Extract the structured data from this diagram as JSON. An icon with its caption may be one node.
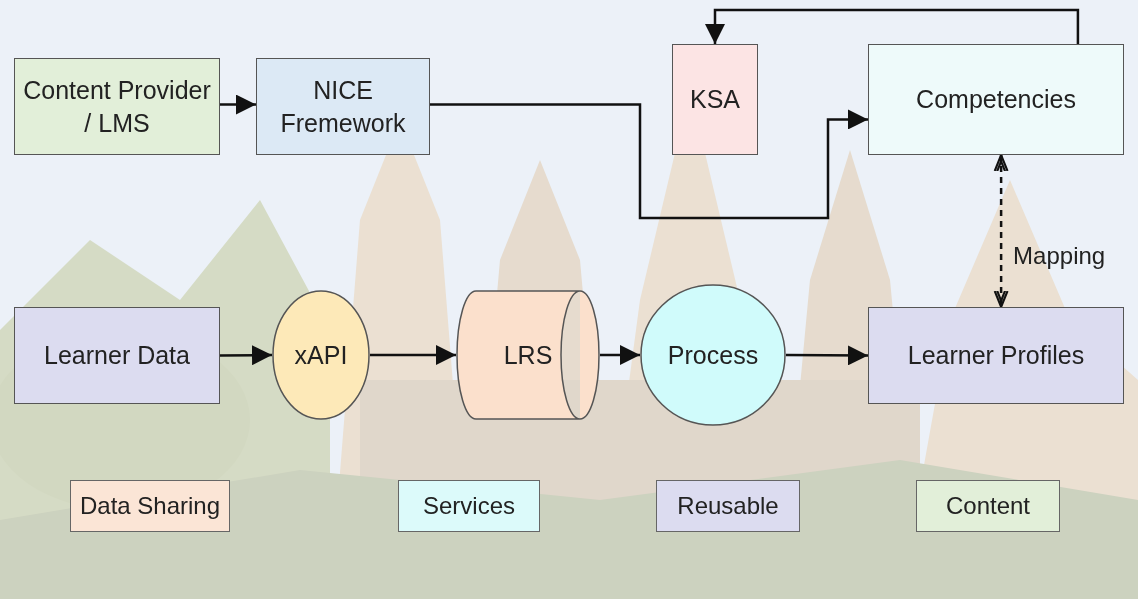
{
  "diagram": {
    "nodes": [
      {
        "text": [
          "Content Provider / LMS"
        ]
      },
      {
        "text": [
          "NICE Fremework"
        ]
      },
      {
        "text": [
          "KSA"
        ]
      },
      {
        "text": [
          "Competencies"
        ]
      },
      {
        "text": [
          "Learner Data"
        ]
      },
      {
        "text": [
          "xAPI"
        ]
      },
      {
        "text": [
          "LRS"
        ]
      },
      {
        "text": [
          "Process"
        ]
      },
      {
        "text": [
          "Learner Profiles"
        ]
      }
    ],
    "edges": [
      {
        "from": 0,
        "to": 1,
        "arrow": "to"
      },
      {
        "from": 1,
        "to": 3,
        "arrow": "to"
      },
      {
        "from": 3,
        "to": 2,
        "arrow": "to"
      },
      {
        "from": 3,
        "to": 8,
        "arrow": "both",
        "label": "Mapping",
        "style": "dashed"
      },
      {
        "from": 4,
        "to": 5,
        "arrow": "to"
      },
      {
        "from": 5,
        "to": 6,
        "arrow": "to"
      },
      {
        "from": 6,
        "to": 7,
        "arrow": "to"
      },
      {
        "from": 7,
        "to": 8,
        "arrow": "to"
      }
    ],
    "legend": [
      {
        "text": "Data Sharing",
        "color": "#fbe5d6"
      },
      {
        "text": "Services",
        "color": "#dcfafa"
      },
      {
        "text": "Reusable",
        "color": "#dcdcf0"
      },
      {
        "text": "Content",
        "color": "#e2efd9"
      }
    ]
  }
}
